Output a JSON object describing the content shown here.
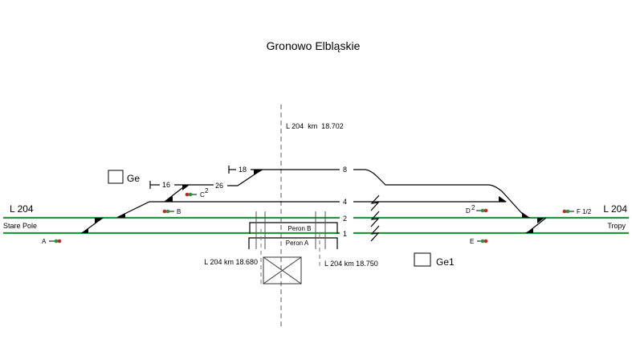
{
  "title": "Gronowo Elbląskie",
  "axis_label": "L 204  km  18.702",
  "km_left": "L 204 km 18.680",
  "km_right": "L 204 km 18.750",
  "line_left": "L 204",
  "line_right": "L 204",
  "direction_left": "Stare Pole",
  "direction_right": "Tropy",
  "buildings": {
    "ge": "Ge",
    "ge1": "Ge1"
  },
  "tracks": {
    "t1": "1",
    "t2": "2",
    "t4": "4",
    "t8": "8",
    "t16": "16",
    "t18": "18",
    "t26": "26"
  },
  "platforms": {
    "b": "Peron B",
    "a": "Peron A"
  },
  "signals": {
    "a": "A",
    "b": "B",
    "c": "C",
    "c_sup": "2",
    "d": "D",
    "d_sup": "2",
    "e": "E",
    "f": "F 1/2"
  },
  "colors": {
    "main_track": "#1e9a3a",
    "signal_red": "#d0201e",
    "signal_green": "#1e9a3a"
  }
}
